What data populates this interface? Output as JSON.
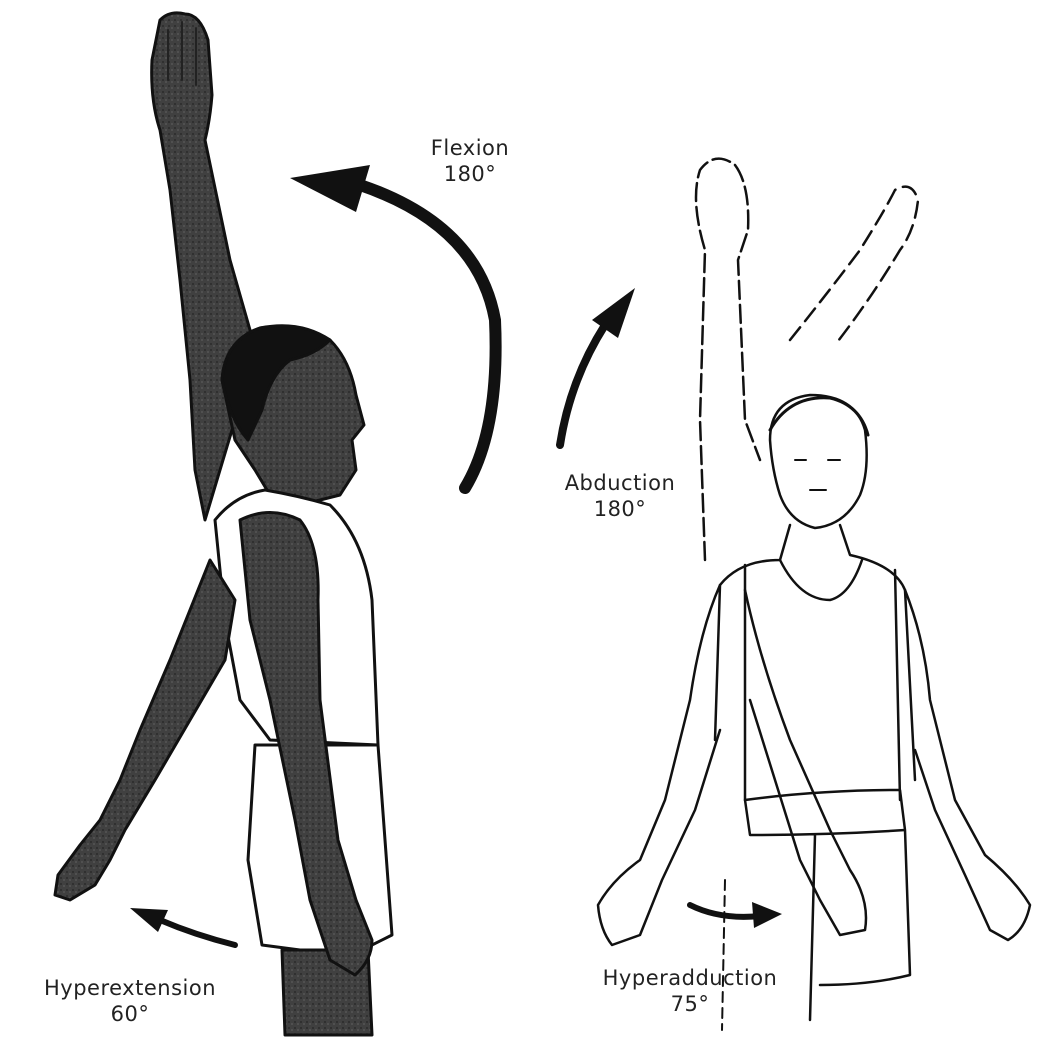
{
  "labels": {
    "flexion": {
      "name": "Flexion",
      "angle": "180°"
    },
    "abduction": {
      "name": "Abduction",
      "angle": "180°"
    },
    "hyperextension": {
      "name": "Hyperextension",
      "angle": "60°"
    },
    "hyperadduction": {
      "name": "Hyperadduction",
      "angle": "75°"
    }
  },
  "colors": {
    "ink": "#111111",
    "shade": "#3a3a3a",
    "paper": "#ffffff"
  }
}
